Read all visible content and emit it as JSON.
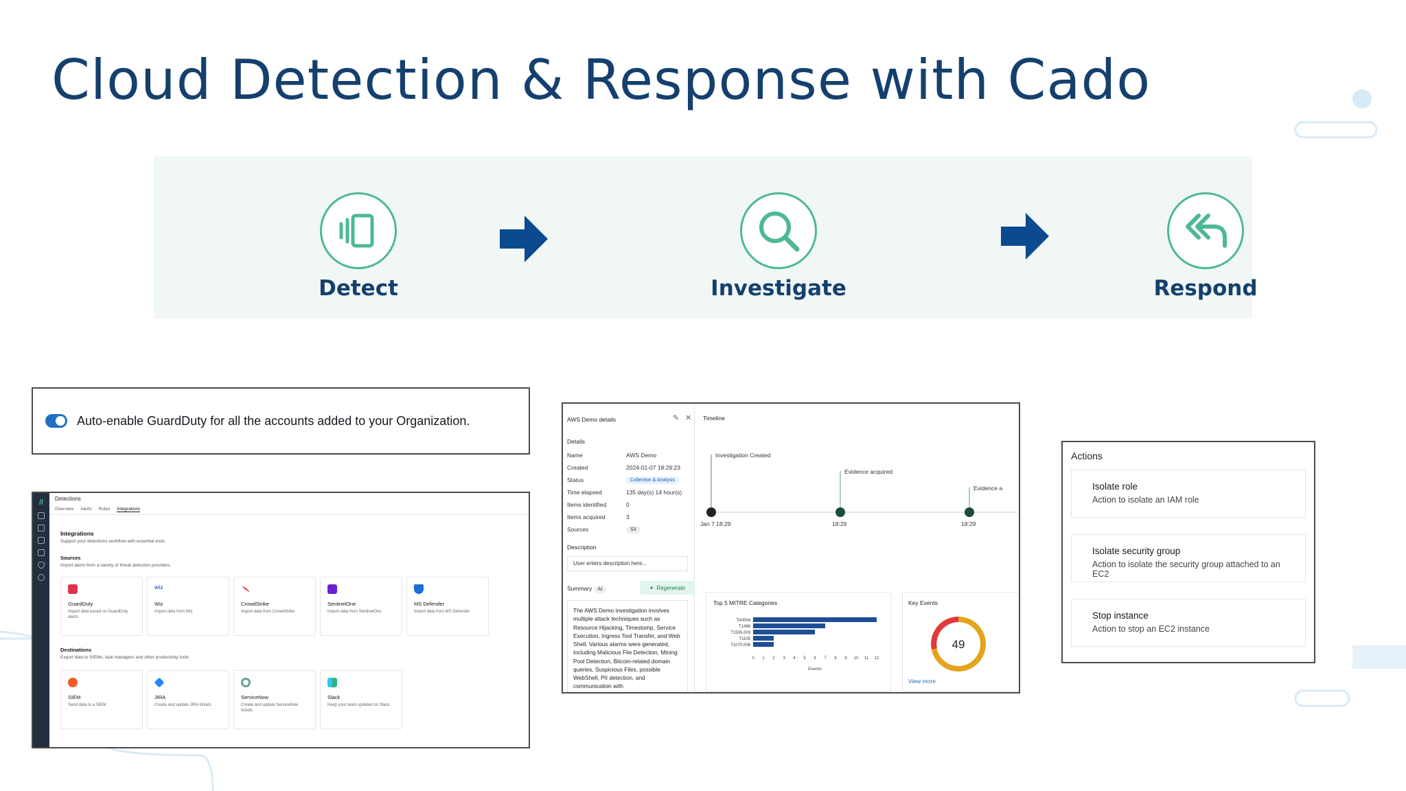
{
  "title": "Cloud Detection & Response with Cado",
  "colors": {
    "title": "#15406e",
    "accent_green": "#4db897",
    "arrow_blue": "#0b4a8f",
    "flow_bg": "#f1f7f5"
  },
  "steps": [
    {
      "label": "Detect",
      "icon": "detect-icon"
    },
    {
      "label": "Investigate",
      "icon": "search-icon"
    },
    {
      "label": "Respond",
      "icon": "reply-all-icon"
    }
  ],
  "guardduty": {
    "toggle_label": "Auto-enable GuardDuty for all the accounts added to your Organization.",
    "enabled": true
  },
  "detections": {
    "header": "Detections",
    "tabs": [
      "Overview",
      "Alerts",
      "Rules",
      "Integrations"
    ],
    "active_tab": "Integrations",
    "integrations_title": "Integrations",
    "integrations_sub": "Support your detections workflow with essential tools.",
    "sources_title": "Sources",
    "sources_sub": "Import alerts from a variety of threat detection providers.",
    "sources": [
      {
        "name": "GuardDuty",
        "desc": "Import data based on GuardDuty alerts",
        "color": "#dd344c"
      },
      {
        "name": "Wiz",
        "desc": "Import data from Wiz",
        "color": "#2f6fe4"
      },
      {
        "name": "CrowdStrike",
        "desc": "Import data from CrowdStrike",
        "color": "#e01f26"
      },
      {
        "name": "SentinelOne",
        "desc": "Import data from SentinelOne",
        "color": "#6a1fd1"
      },
      {
        "name": "MS Defender",
        "desc": "Import data from MS Defender",
        "color": "#1c6ed8"
      }
    ],
    "destinations_title": "Destinations",
    "destinations_sub": "Export data to SIEMs, task managers and other productivity tools",
    "destinations": [
      {
        "name": "SIEM",
        "desc": "Send data to a SIEM",
        "color": "#f05a28"
      },
      {
        "name": "JIRA",
        "desc": "Create and update JIRA tickets",
        "color": "#2684ff"
      },
      {
        "name": "ServiceNow",
        "desc": "Create and update ServiceNow tickets",
        "color": "#62a58f"
      },
      {
        "name": "Slack",
        "desc": "Keep your team updated on Slack",
        "color": "#36c5f0"
      }
    ]
  },
  "investigation": {
    "panel_title": "AWS Demo details",
    "details_title": "Details",
    "fields": [
      {
        "k": "Name",
        "v": "AWS Demo"
      },
      {
        "k": "Created",
        "v": "2024-01-07 18:29:23"
      },
      {
        "k": "Status",
        "v": "Collection & Analysis"
      },
      {
        "k": "Time elapsed",
        "v": "135 day(s) 14 hour(s)"
      },
      {
        "k": "Items identified",
        "v": "0"
      },
      {
        "k": "Items acquired",
        "v": "3"
      },
      {
        "k": "Sources",
        "v": "S3"
      }
    ],
    "description_title": "Description",
    "description_placeholder": "User enters description here...",
    "summary_title": "Summary",
    "summary_badge": "AI",
    "regenerate_label": "Regenerate",
    "summary_text": "The AWS Demo investigation involves multiple attack techniques such as Resource Hijacking, Timestomp, Service Execution, Ingress Tool Transfer, and Web Shell. Various alarms were generated, including Malicious File Detection, Mining Pool Detection, Bitcoin-related domain queries, Suspicious Files, possible WebShell, PII detection, and communication with",
    "timeline": {
      "title": "Timeline",
      "events": [
        {
          "label": "Investigation Created",
          "time": "Jan 7 18:29"
        },
        {
          "label": "Evidence acquired",
          "time": "18:29"
        },
        {
          "label": "Evidence a",
          "time": "18:29"
        }
      ]
    },
    "mitre": {
      "title": "Top 5 MITRE Categories",
      "xlabel": "Events",
      "ticks": [
        "0",
        "1",
        "2",
        "3",
        "4",
        "5",
        "6",
        "7",
        "8",
        "9",
        "10",
        "11",
        "12"
      ]
    },
    "key_events": {
      "title": "Key Events",
      "count": "49",
      "link": "View more"
    }
  },
  "chart_data": {
    "type": "bar",
    "title": "Top 5 MITRE Categories",
    "categories": [
      "TA0004",
      "T1496",
      "T1505.003",
      "T1105",
      "T1070.006"
    ],
    "values": [
      12,
      7,
      6,
      2,
      2
    ],
    "xlabel": "Events",
    "xlim": [
      0,
      12
    ],
    "orientation": "horizontal"
  },
  "actions": {
    "title": "Actions",
    "items": [
      {
        "title": "Isolate role",
        "desc": "Action to isolate an IAM role"
      },
      {
        "title": "Isolate security group",
        "desc": "Action to isolate the security group attached to an EC2"
      },
      {
        "title": "Stop instance",
        "desc": "Action to stop an EC2 instance"
      }
    ]
  }
}
